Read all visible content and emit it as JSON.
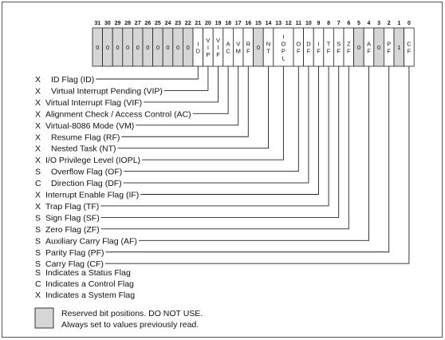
{
  "bit_numbers": [
    "31",
    "30",
    "29",
    "28",
    "27",
    "26",
    "25",
    "24",
    "23",
    "22",
    "21",
    "20",
    "19",
    "18",
    "17",
    "16",
    "15",
    "14",
    "13",
    "12",
    "11",
    "10",
    "9",
    "8",
    "7",
    "6",
    "5",
    "4",
    "3",
    "2",
    "1",
    "0"
  ],
  "register_cells": [
    {
      "bits": "31",
      "label": "0",
      "reserved": true
    },
    {
      "bits": "30",
      "label": "0",
      "reserved": true
    },
    {
      "bits": "29",
      "label": "0",
      "reserved": true
    },
    {
      "bits": "28",
      "label": "0",
      "reserved": true
    },
    {
      "bits": "27",
      "label": "0",
      "reserved": true
    },
    {
      "bits": "26",
      "label": "0",
      "reserved": true
    },
    {
      "bits": "25",
      "label": "0",
      "reserved": true
    },
    {
      "bits": "24",
      "label": "0",
      "reserved": true
    },
    {
      "bits": "23",
      "label": "0",
      "reserved": true
    },
    {
      "bits": "22",
      "label": "0",
      "reserved": true
    },
    {
      "bits": "21",
      "label": "ID",
      "reserved": false
    },
    {
      "bits": "20",
      "label": "VIP",
      "reserved": false
    },
    {
      "bits": "19",
      "label": "VIF",
      "reserved": false
    },
    {
      "bits": "18",
      "label": "AC",
      "reserved": false
    },
    {
      "bits": "17",
      "label": "VM",
      "reserved": false
    },
    {
      "bits": "16",
      "label": "RF",
      "reserved": false
    },
    {
      "bits": "15",
      "label": "0",
      "reserved": true
    },
    {
      "bits": "14",
      "label": "NT",
      "reserved": false
    },
    {
      "bits": "13-12",
      "label": "IOPL",
      "reserved": false
    },
    {
      "bits": "11",
      "label": "OF",
      "reserved": false
    },
    {
      "bits": "10",
      "label": "DF",
      "reserved": false
    },
    {
      "bits": "9",
      "label": "IF",
      "reserved": false
    },
    {
      "bits": "8",
      "label": "TF",
      "reserved": false
    },
    {
      "bits": "7",
      "label": "SF",
      "reserved": false
    },
    {
      "bits": "6",
      "label": "ZF",
      "reserved": false
    },
    {
      "bits": "5",
      "label": "0",
      "reserved": true
    },
    {
      "bits": "4",
      "label": "AF",
      "reserved": false
    },
    {
      "bits": "3",
      "label": "0",
      "reserved": true
    },
    {
      "bits": "2",
      "label": "PF",
      "reserved": false
    },
    {
      "bits": "1",
      "label": "1",
      "reserved": true
    },
    {
      "bits": "0",
      "label": "CF",
      "reserved": false
    }
  ],
  "flags": [
    {
      "type": "X",
      "text": "ID Flag (ID)",
      "bit": "21"
    },
    {
      "type": "X",
      "text": "Virtual Interrupt Pending (VIP)",
      "bit": "20"
    },
    {
      "type": "X",
      "text": "Virtual Interrupt Flag (VIF)",
      "bit": "19"
    },
    {
      "type": "X",
      "text": "Alignment Check / Access Control (AC)",
      "bit": "18"
    },
    {
      "type": "X",
      "text": "Virtual-8086 Mode (VM)",
      "bit": "17"
    },
    {
      "type": "X",
      "text": "Resume Flag (RF)",
      "bit": "16"
    },
    {
      "type": "X",
      "text": "Nested Task (NT)",
      "bit": "14"
    },
    {
      "type": "X",
      "text": "I/O Privilege Level (IOPL)",
      "bit": "13-12"
    },
    {
      "type": "S",
      "text": "Overflow Flag (OF)",
      "bit": "11"
    },
    {
      "type": "C",
      "text": "Direction Flag (DF)",
      "bit": "10"
    },
    {
      "type": "X",
      "text": "Interrupt Enable Flag (IF)",
      "bit": "9"
    },
    {
      "type": "X",
      "text": "Trap Flag (TF)",
      "bit": "8"
    },
    {
      "type": "S",
      "text": "Sign Flag (SF)",
      "bit": "7"
    },
    {
      "type": "S",
      "text": "Zero Flag (ZF)",
      "bit": "6"
    },
    {
      "type": "S",
      "text": "Auxiliary Carry Flag (AF)",
      "bit": "4"
    },
    {
      "type": "S",
      "text": "Parity Flag (PF)",
      "bit": "2"
    },
    {
      "type": "S",
      "text": "Carry Flag (CF)",
      "bit": "0"
    }
  ],
  "legend": [
    {
      "type": "S",
      "text": "Indicates a Status Flag"
    },
    {
      "type": "C",
      "text": "Indicates a Control Flag"
    },
    {
      "type": "X",
      "text": "Indicates a System Flag"
    }
  ],
  "reserved_note": {
    "line1": "Reserved bit positions. DO NOT USE.",
    "line2": "Always set to values previously read."
  }
}
